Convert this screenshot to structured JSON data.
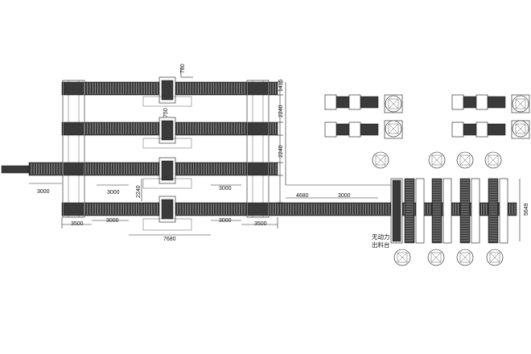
{
  "dimensions": {
    "top_small": "780",
    "row_gap": "1415",
    "row_pitch": "2240",
    "lift_gap": "750",
    "left_3000_a": "3000",
    "left_3000_b": "3000",
    "left_3000_c": "3000",
    "mid_3000_a": "3000",
    "mid_3000_b": "3000",
    "bottom_3500_left": "3500",
    "bottom_3500_right": "3500",
    "bottom_7680": "7680",
    "right_4680": "4680",
    "right_3000": "3000",
    "right_5649": "5649",
    "vertical_2240": "2240"
  },
  "labels": {
    "unpowered_line1": "无动力",
    "unpowered_line2": "出料台"
  },
  "colors": {
    "conveyor": "#3a3a3a",
    "line": "#222222",
    "background": "#ffffff"
  },
  "icons": {
    "robot": "robot-cell-icon",
    "station": "square-station-icon",
    "rack": "stacking-rack-icon"
  }
}
